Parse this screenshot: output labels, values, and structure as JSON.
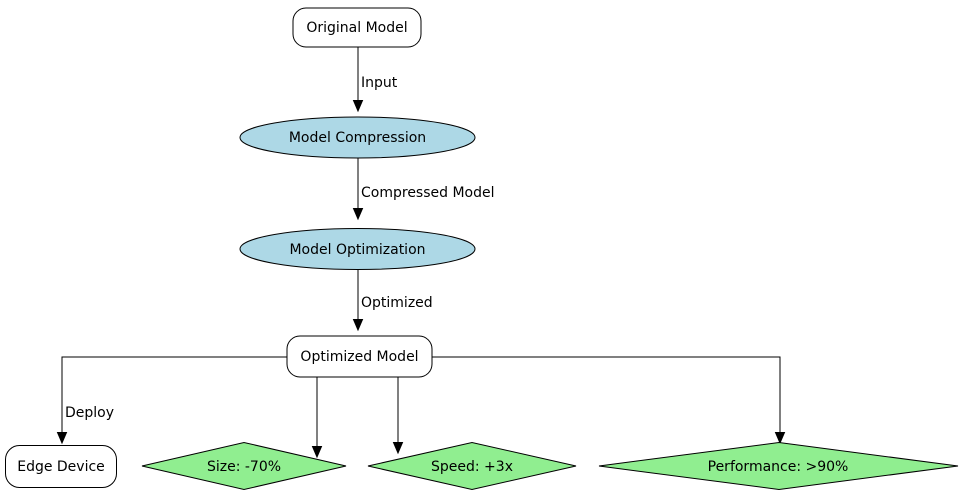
{
  "diagram": {
    "nodes": {
      "original_model": {
        "label": "Original Model",
        "shape": "rounded-rectangle"
      },
      "model_compression": {
        "label": "Model Compression",
        "shape": "ellipse"
      },
      "model_optimization": {
        "label": "Model Optimization",
        "shape": "ellipse"
      },
      "optimized_model": {
        "label": "Optimized Model",
        "shape": "rounded-rectangle"
      },
      "edge_device": {
        "label": "Edge Device",
        "shape": "rounded-rectangle"
      },
      "size_metric": {
        "label": "Size: -70%",
        "shape": "diamond"
      },
      "speed_metric": {
        "label": "Speed: +3x",
        "shape": "diamond"
      },
      "performance_metric": {
        "label": "Performance: >90%",
        "shape": "diamond"
      }
    },
    "edges": {
      "input": {
        "from": "original_model",
        "to": "model_compression",
        "label": "Input"
      },
      "compressed_model": {
        "from": "model_compression",
        "to": "model_optimization",
        "label": "Compressed Model"
      },
      "optimized": {
        "from": "model_optimization",
        "to": "optimized_model",
        "label": "Optimized"
      },
      "deploy": {
        "from": "optimized_model",
        "to": "edge_device",
        "label": "Deploy"
      },
      "to_size": {
        "from": "optimized_model",
        "to": "size_metric",
        "label": ""
      },
      "to_speed": {
        "from": "optimized_model",
        "to": "speed_metric",
        "label": ""
      },
      "to_performance": {
        "from": "optimized_model",
        "to": "performance_metric",
        "label": ""
      }
    },
    "colors": {
      "background": "#ffffff",
      "terminal_fill": "#ffffff",
      "process_fill": "#add8e6",
      "metric_fill": "#90ee90",
      "stroke": "#000000",
      "text": "#000000"
    }
  }
}
